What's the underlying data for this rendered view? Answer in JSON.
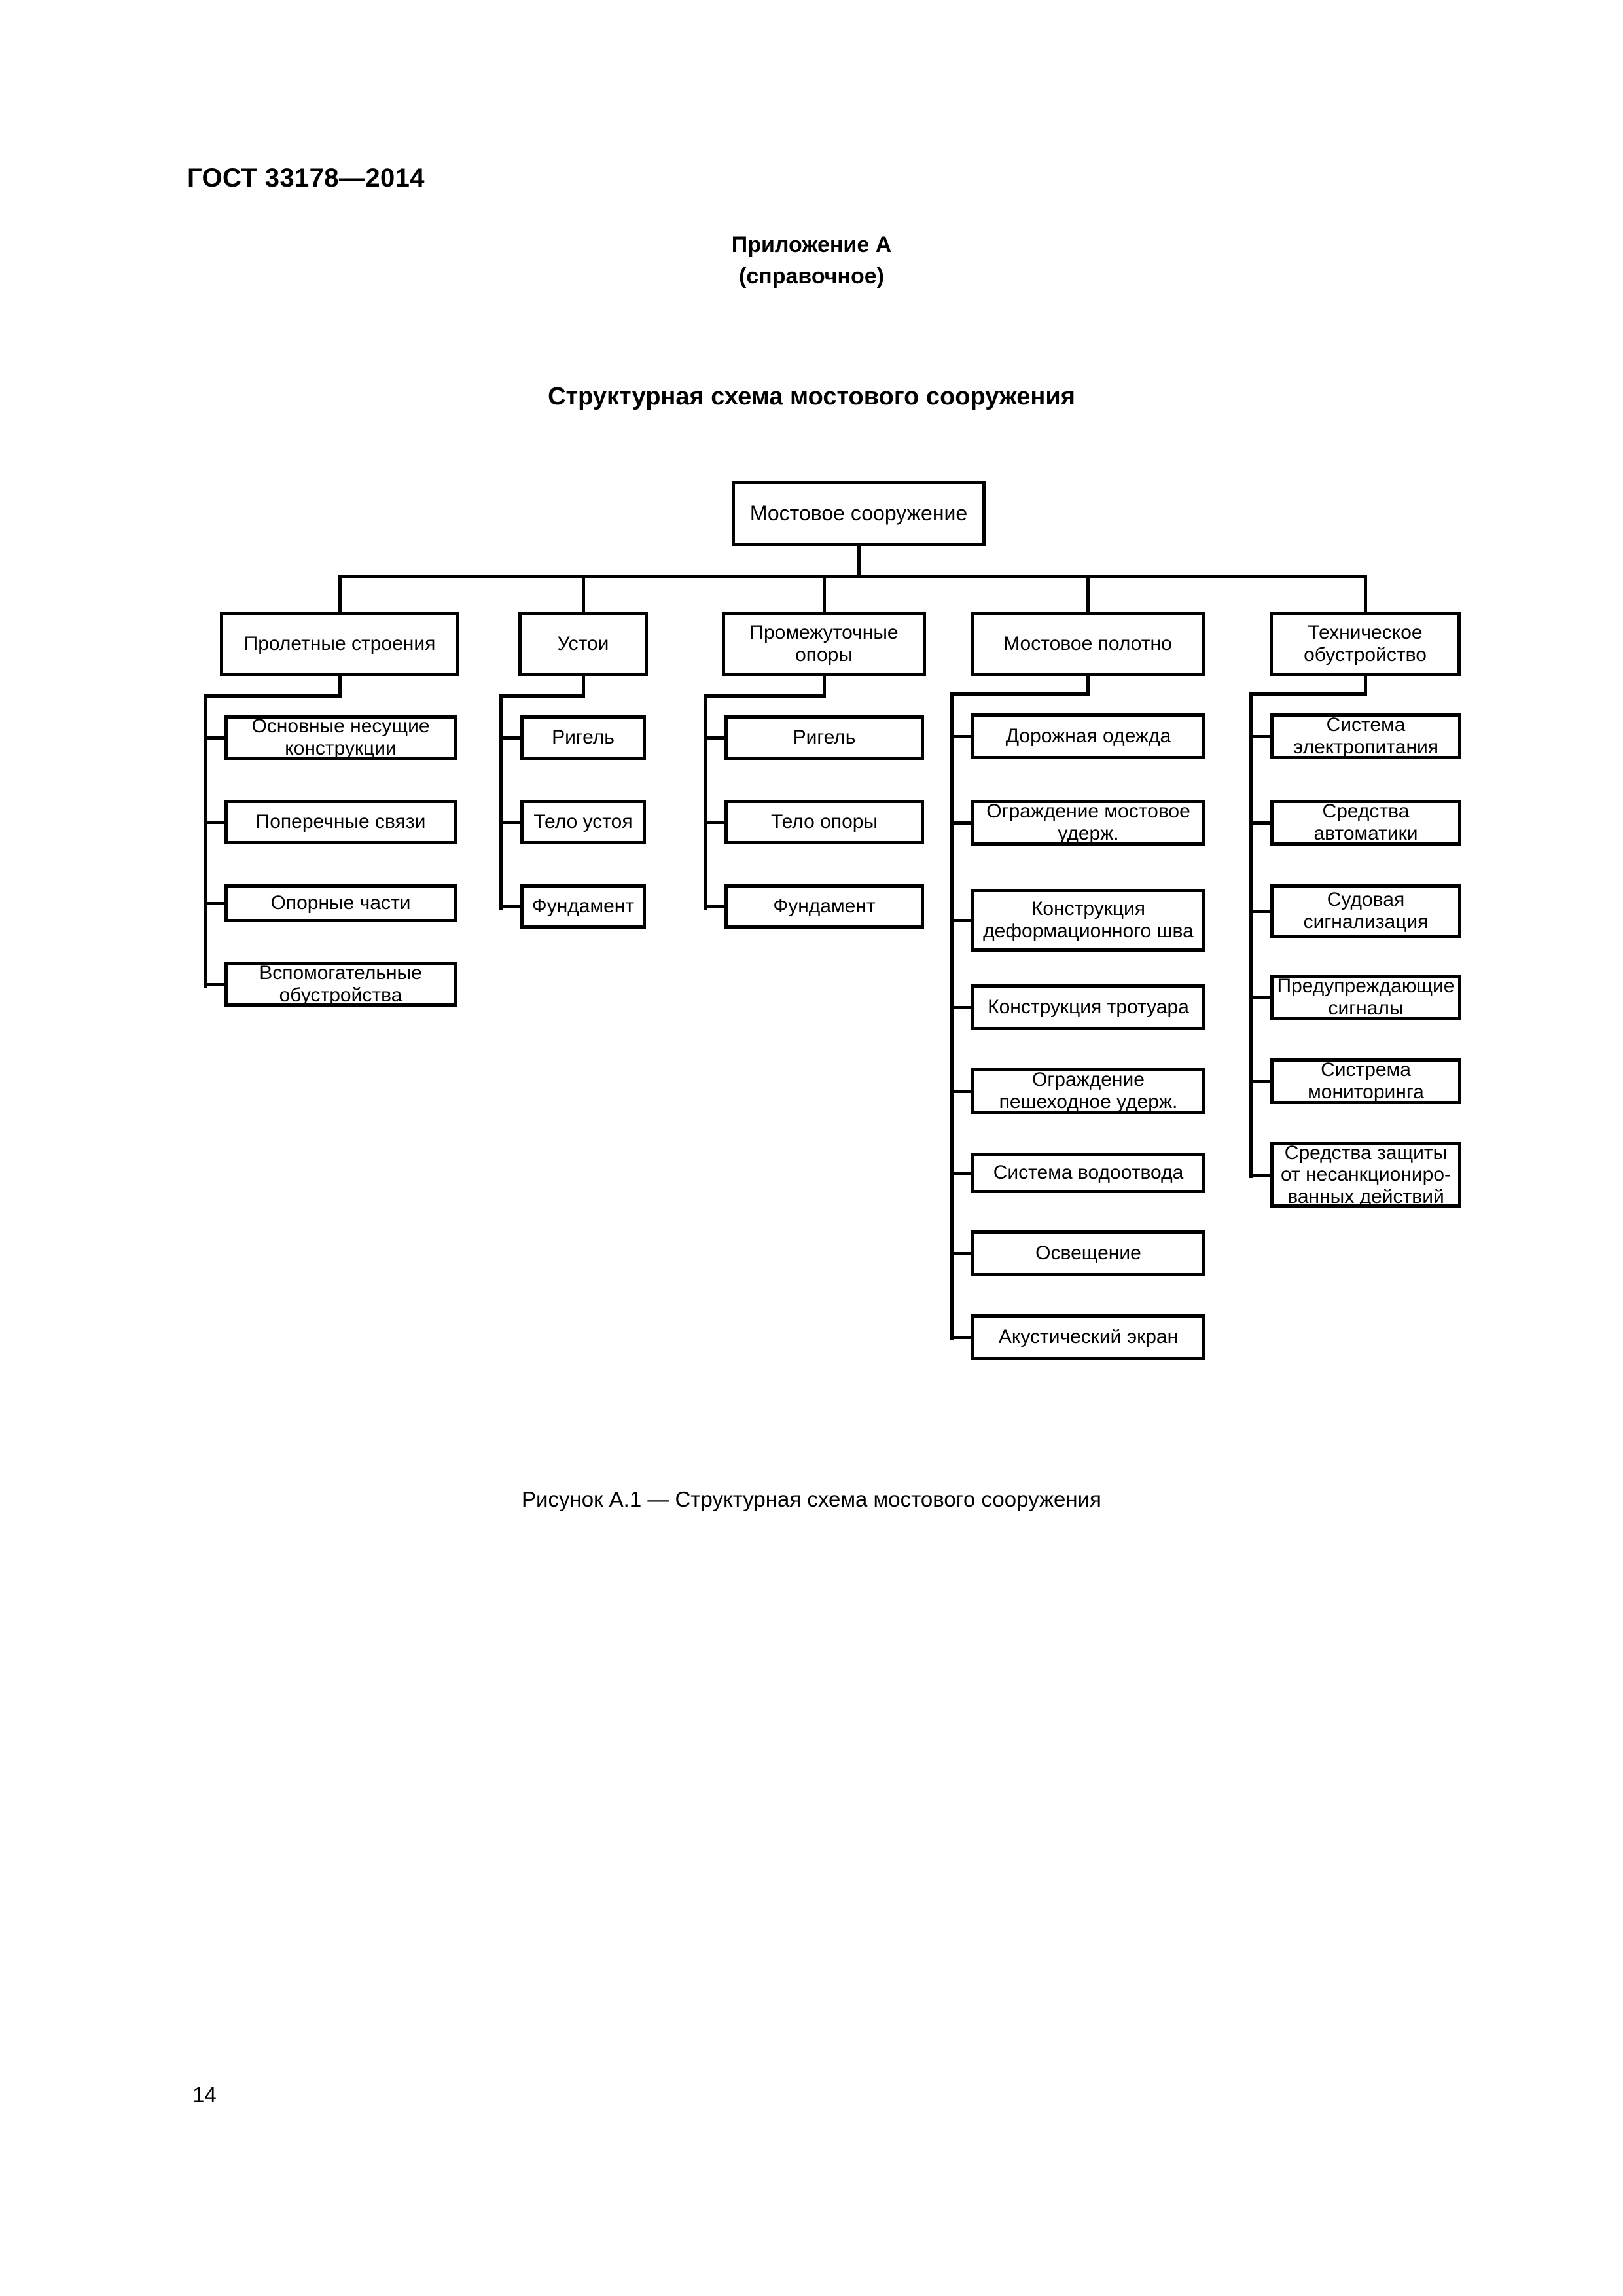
{
  "document": {
    "standard_header": "ГОСТ 33178—2014",
    "annex_title": "Приложение А",
    "annex_kind": "(справочное)",
    "section_title": "Структурная схема мостового сооружения",
    "figure_caption": "Рисунок А.1 — Структурная схема мостового сооружения",
    "page_number": "14"
  },
  "chart_data": {
    "type": "diagram",
    "subtype": "tree-hierarchy",
    "title": "Структурная схема мостового сооружения",
    "orientation": "top-down-then-vertical-lists",
    "root": "Мостовое сооружение",
    "levels": 3,
    "node_count": 27,
    "line_color": "#000000",
    "fill_color": "#ffffff"
  },
  "diagram": {
    "root": {
      "label": "Мостовое сооружение"
    },
    "branches": [
      {
        "label": "Пролетные строения",
        "children": [
          "Основные несущие конструкции",
          "Поперечные связи",
          "Опорные части",
          "Вспомогательные обустройства"
        ]
      },
      {
        "label": "Устои",
        "children": [
          "Ригель",
          "Тело устоя",
          "Фундамент"
        ]
      },
      {
        "label": "Промежуточные опоры",
        "children": [
          "Ригель",
          "Тело опоры",
          "Фундамент"
        ]
      },
      {
        "label": "Мостовое полотно",
        "children": [
          "Дорожная одежда",
          "Ограждение мостовое удерж.",
          "Конструкция деформационного шва",
          "Конструкция тротуара",
          "Ограждение пешеходное удерж.",
          "Система водоотвода",
          "Освещение",
          "Акустический экран"
        ]
      },
      {
        "label": "Техническое обустройство",
        "children": [
          "Система электропитания",
          "Средства автоматики",
          "Судовая сигнализация",
          "Предупреждающие сигналы",
          "Систрема мониторинга",
          "Средства защиты от несанкциониро-ванных действий"
        ]
      }
    ]
  }
}
